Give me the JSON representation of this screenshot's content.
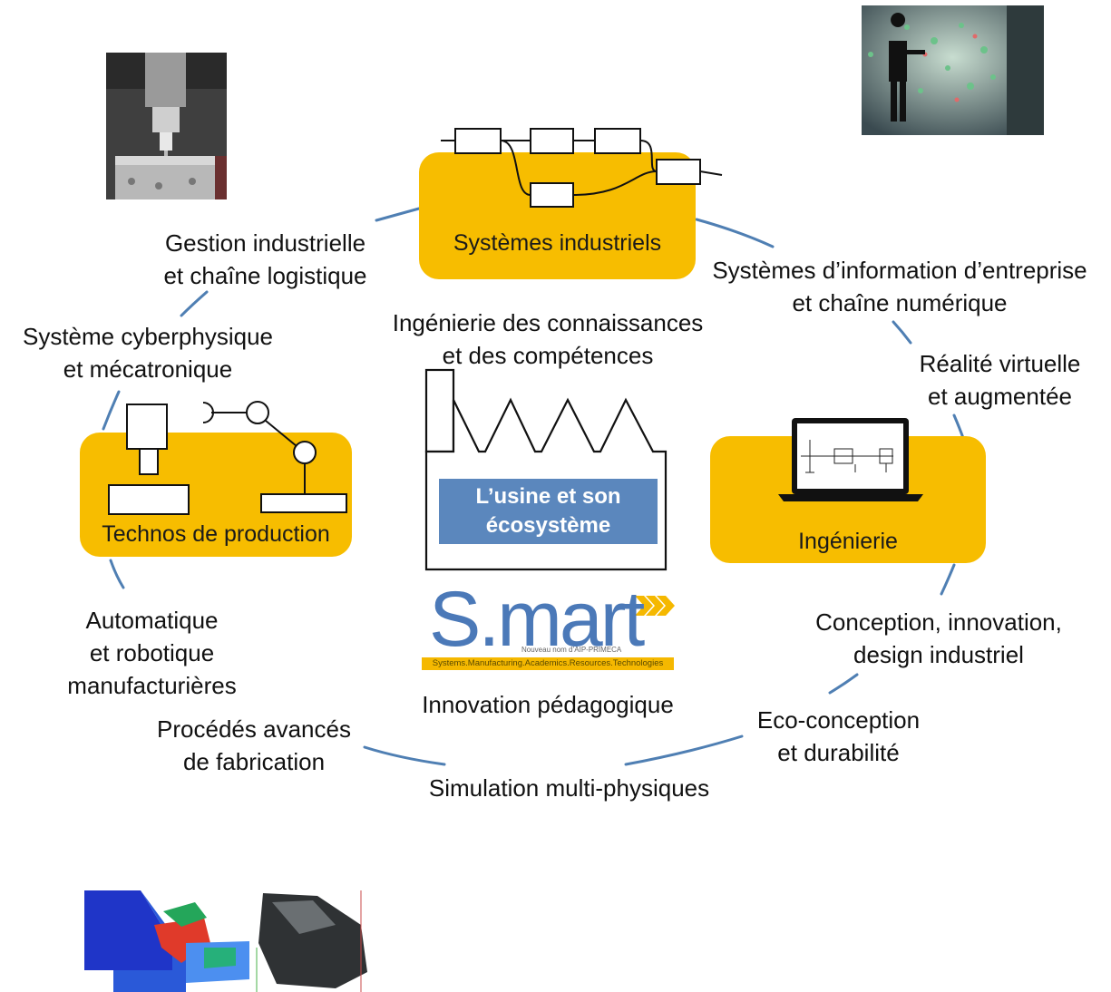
{
  "center": {
    "box_line1": "L’usine et  son",
    "box_line2": "écosystème",
    "top_line1": "Ingénierie des connaissances",
    "top_line2": "et des compétences",
    "bottom": "Innovation pédagogique"
  },
  "logo": {
    "word": "S.mart",
    "arrows": "»",
    "subtitle": "Nouveau nom d’AIP-PRIMECA",
    "band": "Systems.Manufacturing.Academics.Resources.Technologies"
  },
  "pillars": {
    "industrial_systems": "Systèmes industriels",
    "production_tech": "Technos de production",
    "engineering": "Ingénierie"
  },
  "labels": {
    "gestion": [
      "Gestion industrielle",
      "et chaîne logistique"
    ],
    "si": [
      "Systèmes d’information d’entreprise",
      "et chaîne numérique"
    ],
    "cyber": [
      "Système cyberphysique",
      "et mécatronique"
    ],
    "rv": [
      "Réalité virtuelle",
      "et augmentée"
    ],
    "auto": [
      "Automatique",
      "et robotique",
      "manufacturières"
    ],
    "conception": [
      "Conception, innovation,",
      "design industriel"
    ],
    "procedes": [
      "Procédés avancés",
      "de fabrication"
    ],
    "eco": [
      "Eco-conception",
      "et durabilité"
    ],
    "simulation": [
      "Simulation multi-physiques"
    ]
  },
  "colors": {
    "pillar": "#f7bd00",
    "circle": "#4f7fb3",
    "box": "#5b87bd",
    "logo_blue": "#4b79b8"
  }
}
